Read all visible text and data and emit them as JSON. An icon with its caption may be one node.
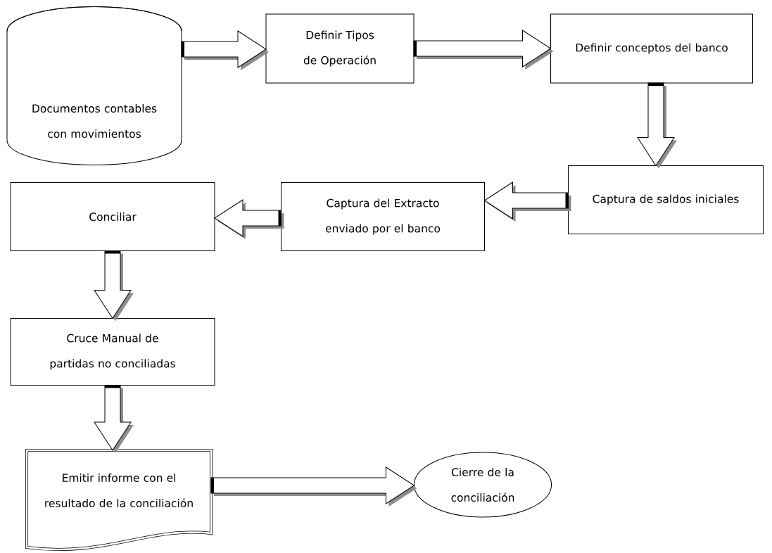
{
  "diagram": {
    "nodes": [
      {
        "text": [
          "Documentos contables con movimientos"
        ]
      },
      {
        "text": [
          "Definir Tipos de Operación"
        ]
      },
      {
        "text": [
          "Definir conceptos del banco"
        ]
      },
      {
        "text": [
          "Captura de saldos iniciales"
        ]
      },
      {
        "text": [
          "Captura del Extracto enviado por el banco"
        ]
      },
      {
        "text": [
          "Conciliar"
        ]
      },
      {
        "text": [
          "Cruce Manual de partidas no conciliadas"
        ]
      },
      {
        "text": [
          "Emitir informe con el resultado de la conciliación"
        ]
      },
      {
        "text": [
          "Cierre de la conciliación"
        ]
      }
    ],
    "edges": [
      {
        "from": 0,
        "to": 1,
        "arrow": "to"
      },
      {
        "from": 1,
        "to": 2,
        "arrow": "to"
      },
      {
        "from": 2,
        "to": 3,
        "arrow": "to"
      },
      {
        "from": 3,
        "to": 4,
        "arrow": "to"
      },
      {
        "from": 4,
        "to": 5,
        "arrow": "to"
      },
      {
        "from": 5,
        "to": 6,
        "arrow": "to"
      },
      {
        "from": 6,
        "to": 7,
        "arrow": "to"
      },
      {
        "from": 7,
        "to": 8,
        "arrow": "to"
      }
    ]
  }
}
